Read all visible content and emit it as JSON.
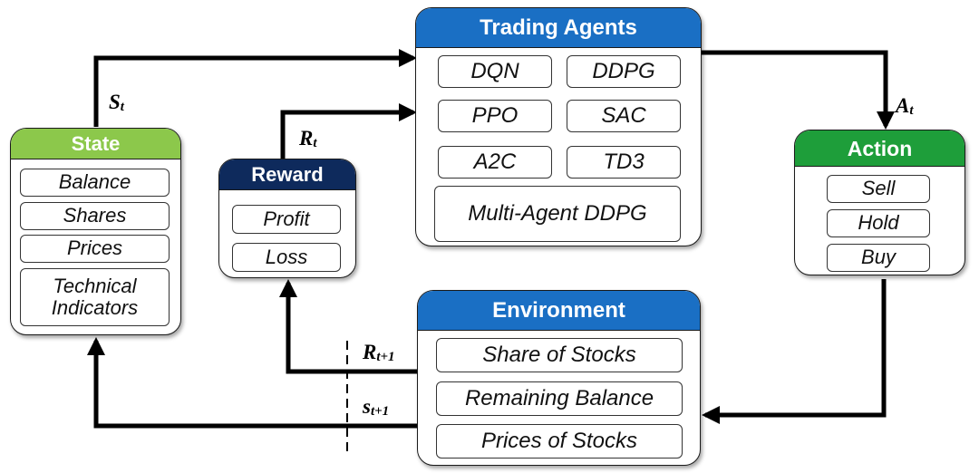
{
  "colors": {
    "state_header": "#8cc84b",
    "reward_header": "#0e2a5c",
    "agents_header": "#1a6fc4",
    "action_header": "#1e9e3a",
    "environment_header": "#1a6fc4",
    "line": "#000000"
  },
  "state": {
    "title": "State",
    "items": [
      "Balance",
      "Shares",
      "Prices",
      "Technical Indicators"
    ]
  },
  "reward": {
    "title": "Reward",
    "items": [
      "Profit",
      "Loss"
    ]
  },
  "agents": {
    "title": "Trading Agents",
    "items": [
      "DQN",
      "DDPG",
      "PPO",
      "SAC",
      "A2C",
      "TD3",
      "Multi-Agent DDPG"
    ]
  },
  "action": {
    "title": "Action",
    "items": [
      "Sell",
      "Hold",
      "Buy"
    ]
  },
  "environment": {
    "title": "Environment",
    "items": [
      "Share of Stocks",
      "Remaining Balance",
      "Prices of Stocks"
    ]
  },
  "symbols": {
    "s_t": {
      "base": "S",
      "sub": "t"
    },
    "r_t": {
      "base": "R",
      "sub": "t"
    },
    "a_t": {
      "base": "A",
      "sub": "t"
    },
    "r_t1": {
      "base": "R",
      "sub": "t+1"
    },
    "s_t1": {
      "base": "s",
      "sub": "t+1"
    }
  }
}
